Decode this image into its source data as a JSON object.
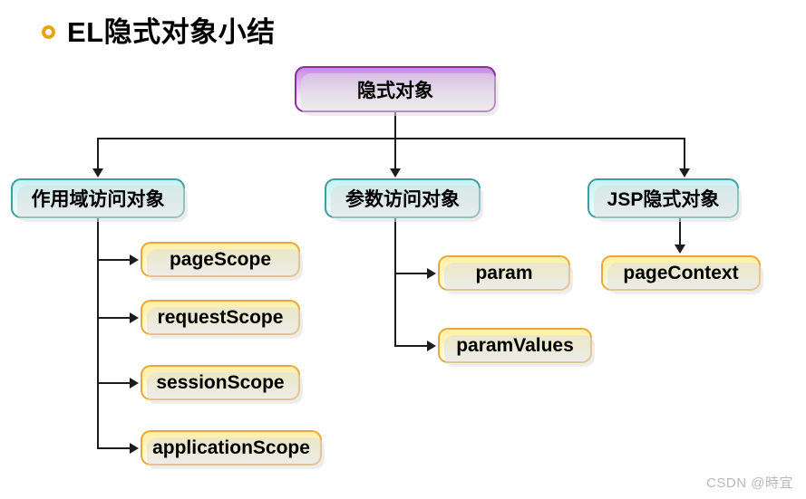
{
  "slide": {
    "title": "EL隐式对象小结",
    "bullet_icon": "ring-bullet-icon",
    "watermark": "CSDN @時宜",
    "background_color": "#ffffff"
  },
  "palette": {
    "root_border": "#8b2f9e",
    "root_fill_top": "#c58ae4",
    "mid_border": "#3d9ea0",
    "mid_fill_top": "#c8f2f3",
    "leaf_border": "#e8a83a",
    "leaf_fill_top": "#fdf0a4",
    "bullet_color": "#e8a317",
    "connector_color": "#1c1c1c",
    "watermark_color": "#b9b9b9"
  },
  "diagram": {
    "type": "tree",
    "root": {
      "label": "隐式对象",
      "level": 0
    },
    "branches": [
      {
        "label": "作用域访问对象",
        "level": 1,
        "children": [
          {
            "label": "pageScope"
          },
          {
            "label": "requestScope"
          },
          {
            "label": "sessionScope"
          },
          {
            "label": "applicationScope"
          }
        ]
      },
      {
        "label": "参数访问对象",
        "level": 1,
        "children": [
          {
            "label": "param"
          },
          {
            "label": "paramValues"
          }
        ]
      },
      {
        "label": "JSP隐式对象",
        "level": 1,
        "children": [
          {
            "label": "pageContext"
          }
        ]
      }
    ]
  }
}
